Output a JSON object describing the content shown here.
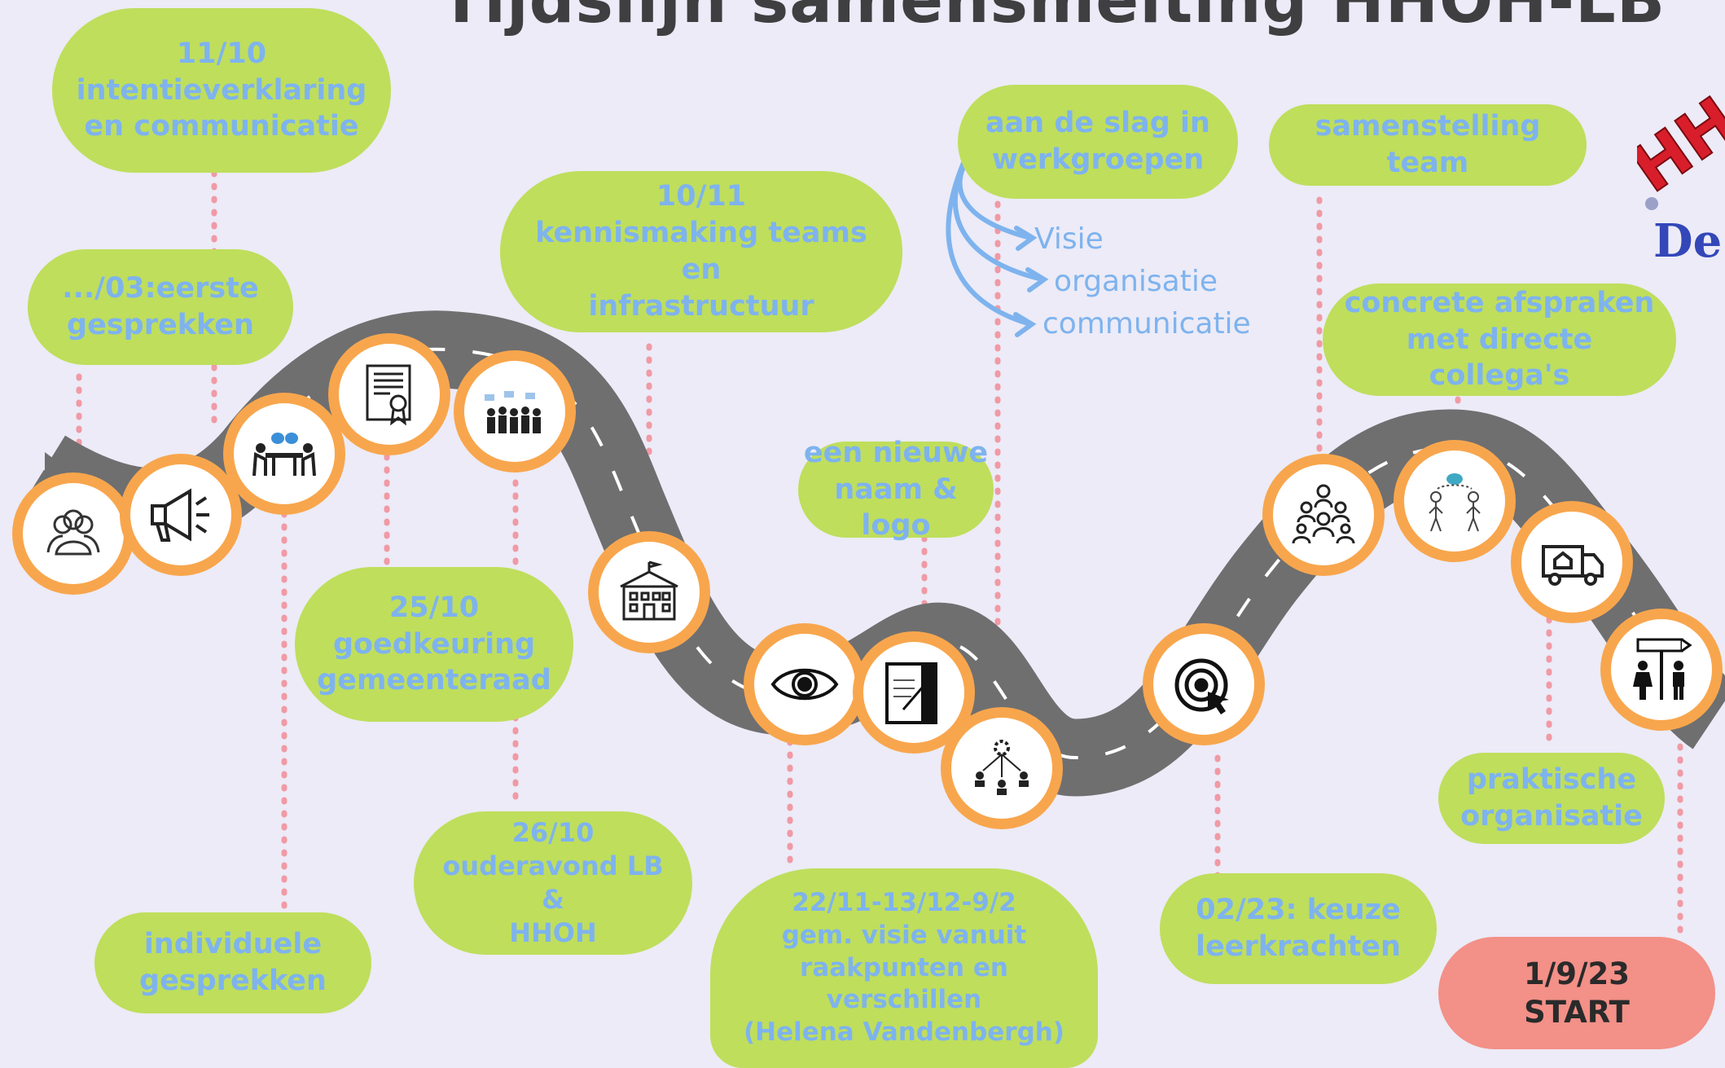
{
  "title": "Tijdslijn samensmelting HHOH-LB",
  "labels": {
    "intentie": "11/10\nintentieverklaring\nen communicatie",
    "eerste": ".../03:eerste\ngesprekken",
    "individuele": "individuele\ngesprekken",
    "goedkeuring": "25/10\ngoedkeuring\ngemeenteraad",
    "ouderavond": "26/10\nouderavond LB &\nHHOH",
    "kennismaking": "10/11\nkennismaking teams en\ninfrastructuur",
    "naam": "een nieuwe\nnaam & logo",
    "visie": "22/11-13/12-9/2\ngem. visie vanuit\nraakpunten en\nverschillen\n(Helena Vandenbergh)",
    "werkgroepen": "aan de slag in\nwerkgroepen",
    "keuze": "02/23: keuze\nleerkrachten",
    "team": "samenstelling team",
    "afspraken": "concrete afspraken\nmet directe collega's",
    "praktisch": "praktische\norganisatie",
    "start": "1/9/23\nSTART"
  },
  "werkgroepen_topics": [
    "Visie",
    "organisatie",
    "communicatie"
  ],
  "logo_text": "HHOH De",
  "icons": {
    "people-group": "people-group-icon",
    "megaphone": "megaphone-icon",
    "meeting": "meeting-table-icon",
    "certificate": "certificate-icon",
    "crowd": "crowd-icon",
    "school-building": "school-building-icon",
    "eye": "eye-icon",
    "document-pen": "document-pen-icon",
    "network": "network-icon",
    "target": "target-icon",
    "team": "team-icon",
    "conversation": "conversation-icon",
    "moving-van": "moving-van-icon",
    "school-sign": "school-sign-icon"
  },
  "colors": {
    "background": "#ecebf7",
    "pill_green": "#bfde5c",
    "pill_text": "#7eb3ee",
    "start_pill": "#f39088",
    "node_ring": "#f8a64d",
    "road": "#6f6f70",
    "connector": "#f09aa5"
  }
}
